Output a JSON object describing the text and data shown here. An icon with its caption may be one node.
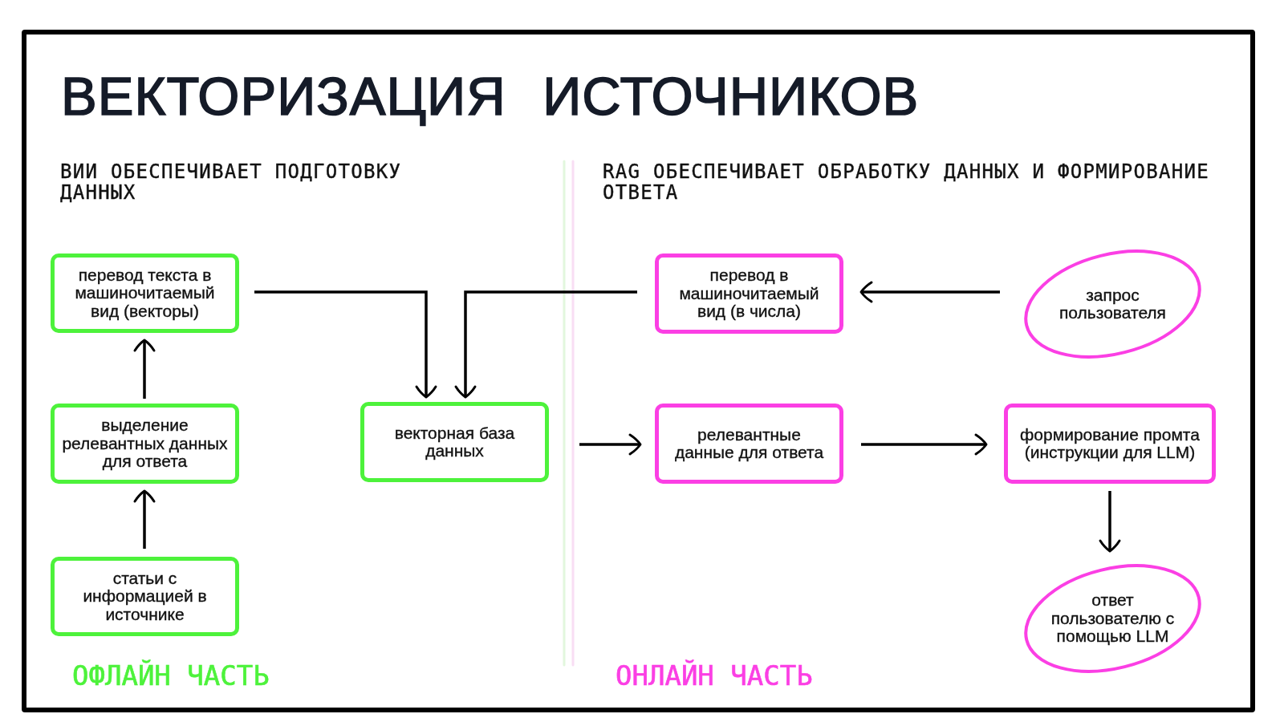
{
  "diagram": {
    "title": "ВЕКТОРИЗАЦИЯ ИСТОЧНИКОВ",
    "nodes": [
      {
        "text": [
          "перевод текста в машиночитаемый вид (векторы)"
        ]
      },
      {
        "text": [
          "выделение релевантных данных для ответа"
        ]
      },
      {
        "text": [
          "статьи с информацией в источнике"
        ]
      },
      {
        "text": [
          "векторная база данных"
        ]
      },
      {
        "text": [
          "перевод в машиночитаемый вид (в числа)"
        ]
      },
      {
        "text": [
          "запрос пользователя"
        ]
      },
      {
        "text": [
          "релевантные данные для ответа"
        ]
      },
      {
        "text": [
          "формирование промта (инструкции для LLM)"
        ]
      },
      {
        "text": [
          "ответ пользователю с помощью LLM"
        ]
      }
    ],
    "edges": [
      {
        "from": 0,
        "to": 3,
        "arrow": "to"
      },
      {
        "from": 4,
        "to": 3,
        "arrow": "to"
      },
      {
        "from": 2,
        "to": 1,
        "arrow": "to"
      },
      {
        "from": 1,
        "to": 0,
        "arrow": "to"
      },
      {
        "from": 5,
        "to": 4,
        "arrow": "to"
      },
      {
        "from": 3,
        "to": 6,
        "arrow": "to"
      },
      {
        "from": 6,
        "to": 7,
        "arrow": "to"
      },
      {
        "from": 7,
        "to": 8,
        "arrow": "to"
      }
    ],
    "labels": [
      "ВИИ ОБЕСПЕЧИВАЕТ ПОДГОТОВКУ ДАННЫХ",
      "RAG ОБЕСПЕЧИВАЕТ ОБРАБОТКУ ДАННЫХ И ФОРМИРОВАНИЕ ОТВЕТА",
      "ОФЛАЙН ЧАСТЬ",
      "ОНЛАЙН ЧАСТЬ"
    ]
  }
}
